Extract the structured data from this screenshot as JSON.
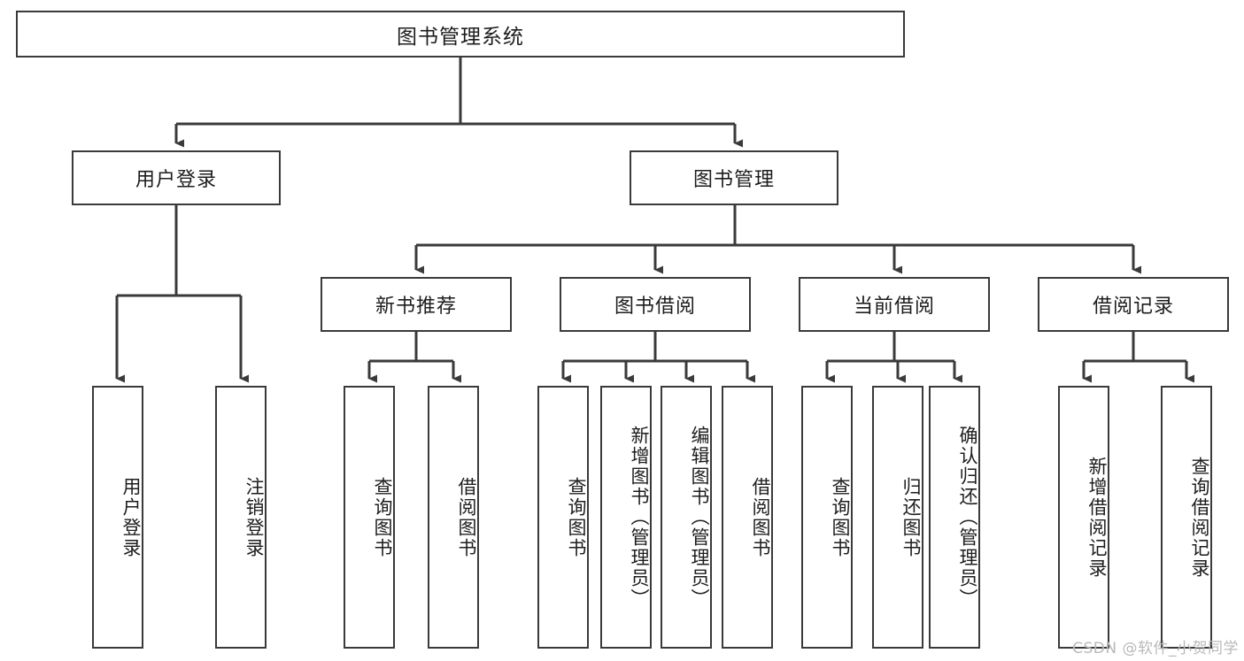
{
  "diagram": {
    "title": "图书管理系统",
    "type": "tree",
    "root": {
      "label": "图书管理系统"
    },
    "level2": [
      {
        "label": "用户登录"
      },
      {
        "label": "图书管理"
      }
    ],
    "level3": [
      {
        "label": "新书推荐"
      },
      {
        "label": "图书借阅"
      },
      {
        "label": "当前借阅"
      },
      {
        "label": "借阅记录"
      }
    ],
    "leaves": {
      "user_login": [
        {
          "label": "用户登录"
        },
        {
          "label": "注销登录"
        }
      ],
      "new_book_recommend": [
        {
          "label": "查询图书"
        },
        {
          "label": "借阅图书"
        }
      ],
      "book_borrow": [
        {
          "label": "查询图书"
        },
        {
          "label": "新增图书（管理员）"
        },
        {
          "label": "编辑图书（管理员）"
        },
        {
          "label": "借阅图书"
        }
      ],
      "current_borrow": [
        {
          "label": "查询图书"
        },
        {
          "label": "归还图书"
        },
        {
          "label": "确认归还（管理员）"
        }
      ],
      "borrow_record": [
        {
          "label": "新增借阅记录"
        },
        {
          "label": "查询借阅记录"
        }
      ]
    }
  },
  "watermark": {
    "text": "CSDN @软件_小贺同学"
  },
  "colors": {
    "border": "#3a3a3a",
    "text": "#1d1d1d",
    "background": "#ffffff",
    "watermark": "#b9b9b9"
  }
}
